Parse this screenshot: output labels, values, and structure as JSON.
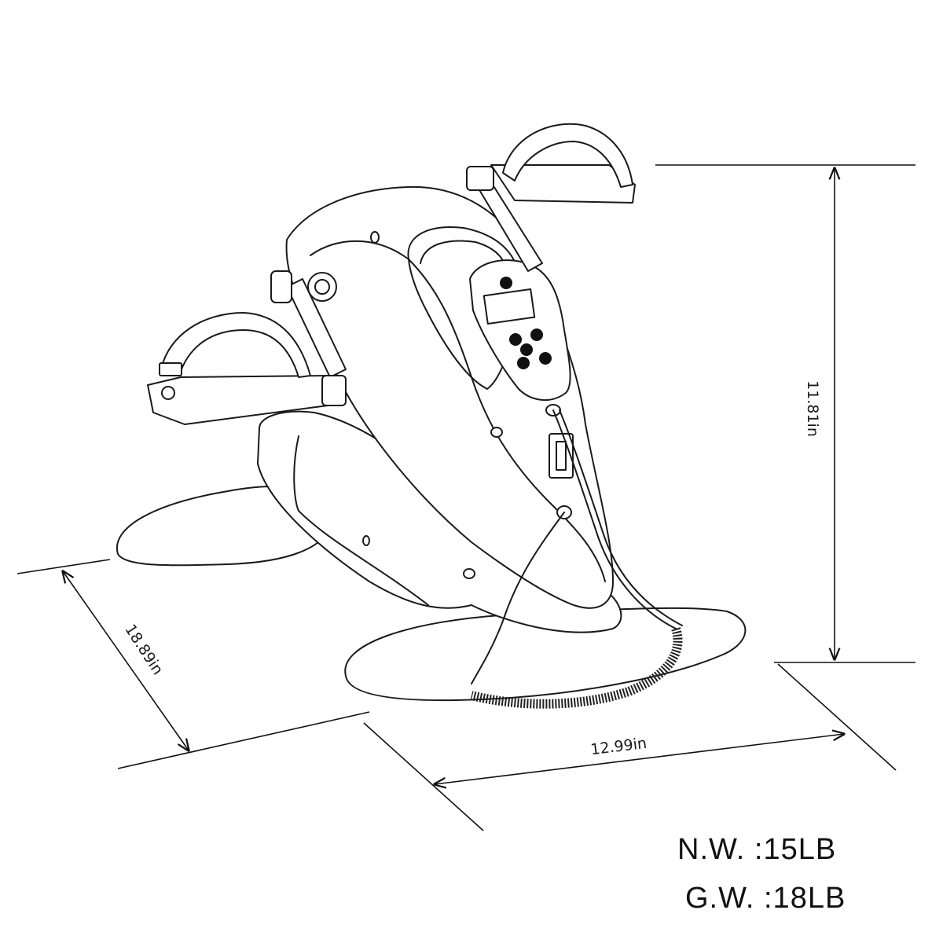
{
  "dimensions": {
    "height": "11.81in",
    "depth": "18.89in",
    "width": "12.99in"
  },
  "weights": {
    "net": "N.W. :15LB",
    "gross": "G.W. :18LB"
  },
  "colors": {
    "line": "#111111",
    "background": "#ffffff"
  }
}
